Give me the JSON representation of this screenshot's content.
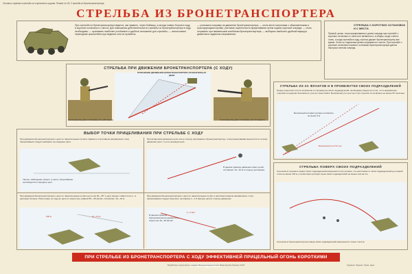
{
  "header": {
    "caption": "Основы и приемы стрельбы из стрелкового оружия. Плакат № 18. Стрельба из бронетранспортера.",
    "title": "СТРЕЛЬБА ИЗ БРОНЕТРАНСПОРТЕРА"
  },
  "intro": {
    "left_text": "При стрельбе из бронетранспортера ведется, как правило, через бойницы, а иногда поверх бортов в ходу, в коротких остановок и с места. Для повышения действительности стрельбы из бронетранспортера в ходу необходимо: — принимать наиболее устойчивое и удобное положение для стрельбы; — использовать переходные кронштейны при ведении огня из пулемета;",
    "right_text": "— учитывать поправку на движение бронетранспортера; — огонь вести патронами с обыкновенными и трассирующими пулями, учитывая тщательность прицеливания путем подачи короткой очереди; — огонь открывать при наименьшем колебании бронетранспортера; — выбирать наиболее удобный маршрут движения в заданном направлении."
  },
  "stop_panel": {
    "heading": "СТРЕЛЬБА С КОРОТКИХ ОСТАНОВОК И С МЕСТА",
    "text": "Прямой, целик, точка прицеливания и длина очереди при стрельбе с коротких остановок и с места не меняются и, в общем, когда с места огонь, и когда стрельба в ходу, стрелок держит бронетранспортер все время. Огонь по отдельным целям открывается с места. При стрельбе с коротких остановок в момент остановки бронетранспортера дается быстрая и меткая очередь."
  },
  "moving_panel": {
    "heading": "СТРЕЛЬБА ПРИ ДВИЖЕНИИ БРОНЕТРАНСПОРТЕРА (С ХОДУ)",
    "label_left": "ПОЛОЖЕНИЕ ДЛЯ СТРЕЛЬБЫ ИЗ АВТОМАТА",
    "label_center": "ПОЯСНЕНИЕ ДВИЖЕНИЯ БРОНЕТРАНСПОРТЕРА ОТНОСИТЕЛЬНО ЦЕЛИ",
    "label_right": "ПОЛОЖЕНИЕ ДЛЯ СТРЕЛЬБЫ ИЗ ПУЛЕМЕТА"
  },
  "aim_panel": {
    "heading": "ВЫБОР ТОЧКИ ПРИЦЕЛИВАНИЯ ПРИ СТРЕЛЬБЕ С ХОДУ",
    "text_1": "При движении бронетранспортера к цели по параллельным путям в правом и в противном направлении точку прицеливания следует выбирать на середине цели.",
    "text_2": "При фланговом движении цели или в сторону противника к бронетранспортеру, точка прицеливания выносится в сторону движения цели, то есть впереди цели.",
    "text_3": "Там же, наблюдение прицел ту щели, прицеливание производится в середину цели.",
    "text_4": "В данном примере движение обеих целей составляет 10—15 м в сторону противника.",
    "text_5": "При движении бронетранспортера к цели по параллельным путям под углом 30—45° к цели прицел ставится на 1—2 делениях больше. Расстояние по ходу до цели со скоростью, равной 30—45 км/час, составляет 10—15 м.",
    "text_6": "При движении бронетранспортера к цели по параллельным путям, в противоположном направлении, точку прицеливания следует выносить на ширину 1—1,5 фигуры цели в сторону движения.",
    "text_7": "В данном примере бронетранспортер движется со скоростью 15—20 км/час.",
    "dim_a": "500 м",
    "dim_b": "10—15 м",
    "dim_c": "1—2 фиг."
  },
  "flank_panel": {
    "heading": "СТРЕЛЬБА ИЗ-ЗА ФЛАНГОВ И В ПРОМЕЖУТКИ СВОИХ ПОДРАЗДЕЛЕНИЙ",
    "text": "Перед открытием огня из-за флангов и в промежутки своих подразделений, необходимо убедиться в том, что в направлении стрельбы в пределах безопасного угла нет своих войск. Безопасный угол для пуль при стрельбе из-за фланга не менее 50 тысячных.",
    "note_1": "Безопасный интервал должен составлять не менее 5 м",
    "note_2": "Безопасный угол 50 тыс."
  },
  "over_panel": {
    "heading": "СТРЕЛЬБА ПОВЕРХ СВОИХ ПОДРАЗДЕЛЕНИЙ",
    "text": "Стрельба из пулемета поверх своих подразделений разрешается при условии, что расстояние от своих подразделений до огневой точки не менее 100 м, а траектория проходит выше своих подразделений не менее чем на 2 м.",
    "note": "Стрельба из бронетранспортера поверх своих подразделений разрешается только с места."
  },
  "footer": {
    "banner": "ПРИ СТРЕЛЬБЕ ИЗ БРОНЕТРАНСПОРТЕРА С ХОДУ ЭФФЕКТИВНЕЙ ПРИЦЕЛЬНЫЙ ОГОНЬ КОРОТКИМИ ОЧЕРЕДЯМИ.",
    "imprint": "Разработан и подготовлен к изданию Военным издательством Министерства обороны СССР",
    "imprint_right": "Художник. Издание. Тираж. Цена."
  },
  "colors": {
    "accent": "#cc2a1d",
    "paper": "#f3ecd6",
    "snow": "#eef4f8",
    "sky": "#bcdbe9",
    "vehicle": "#8d8c52",
    "uniform": "#a8934f"
  }
}
